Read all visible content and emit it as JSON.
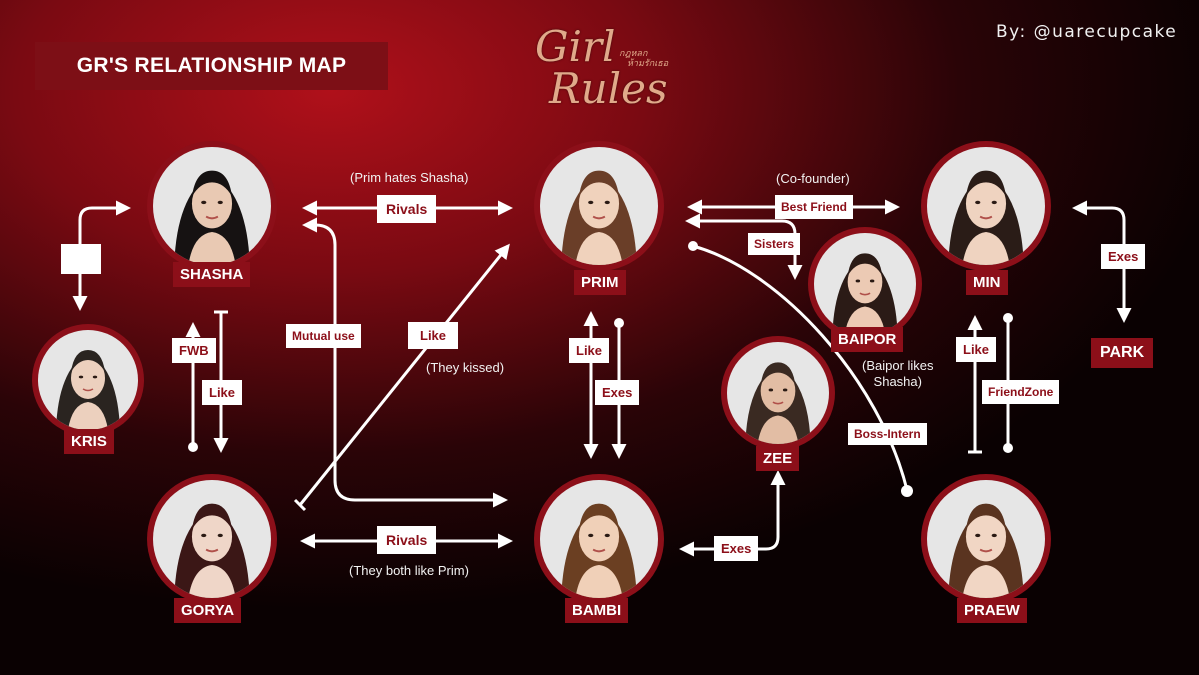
{
  "title": "GR'S RELATIONSHIP MAP",
  "credit": "By: @uarecupcake",
  "logo": {
    "line1": "Girl",
    "line2": "Rules",
    "thai1": "กฎหลก",
    "thai2": "ห้ามรักเธอ"
  },
  "colors": {
    "accent": "#8c0f19",
    "background": "#5a0910",
    "line": "#ffffff"
  },
  "nodes": {
    "shasha": {
      "name": "SHASHA",
      "hair": "#161212",
      "skin": "#e9c9b3"
    },
    "prim": {
      "name": "PRIM",
      "hair": "#6a3e28",
      "skin": "#f0d2bc"
    },
    "min": {
      "name": "MIN",
      "hair": "#2a1c17",
      "skin": "#efd3c0"
    },
    "kris": {
      "name": "KRIS",
      "hair": "#2a2420",
      "skin": "#ecd0be"
    },
    "baipor": {
      "name": "BAIPOR",
      "hair": "#2b1b16",
      "skin": "#eccab4"
    },
    "zee": {
      "name": "ZEE",
      "hair": "#3a2a22",
      "skin": "#e2bda4"
    },
    "park": {
      "name": "PARK"
    },
    "gorya": {
      "name": "GORYA",
      "hair": "#3b1716",
      "skin": "#efd6c8"
    },
    "bambi": {
      "name": "BAMBI",
      "hair": "#6b3f22",
      "skin": "#f0d0b8"
    },
    "praew": {
      "name": "PRAEW",
      "hair": "#5a3420",
      "skin": "#f1d6c4"
    }
  },
  "edges": {
    "shasha_prim": "Rivals",
    "prim_min": "Best Friend",
    "prim_baipor": "Sisters",
    "min_park": "Exes",
    "shasha_gorya_fwb": "FWB",
    "shasha_gorya_like": "Like",
    "mutual_use": "Mutual use",
    "gorya_prim_like": "Like",
    "prim_bambi_like": "Like",
    "prim_bambi_exes": "Exes",
    "min_praew_like": "Like",
    "min_praew_friendzone": "FriendZone",
    "prim_praew": "Boss-Intern",
    "gorya_bambi": "Rivals",
    "zee_bambi": "Exes"
  },
  "notes": {
    "prim_hates": "(Prim hates Shasha)",
    "cofounder": "(Co-founder)",
    "kissed": "(They kissed)",
    "baipor_likes": "(Baipor likes\nShasha)",
    "both_like": "(They both like Prim)"
  }
}
